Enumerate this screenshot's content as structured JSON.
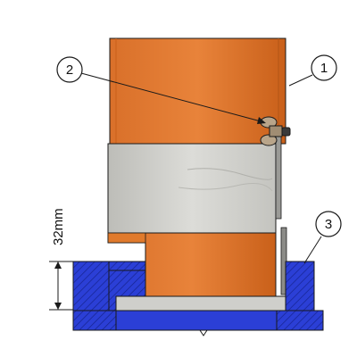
{
  "callouts": [
    {
      "id": "1",
      "label": "1"
    },
    {
      "id": "2",
      "label": "2"
    },
    {
      "id": "3",
      "label": "3"
    }
  ],
  "dimension": {
    "label": "32mm"
  },
  "colors": {
    "pipe": "#e07a2c",
    "pipe_dark": "#c9601a",
    "sleeve": "#cfcfcb",
    "base": "#2b3fd6",
    "base_dark": "#15238f",
    "outline": "#1a1a1a",
    "screw": "#b9a58a"
  }
}
